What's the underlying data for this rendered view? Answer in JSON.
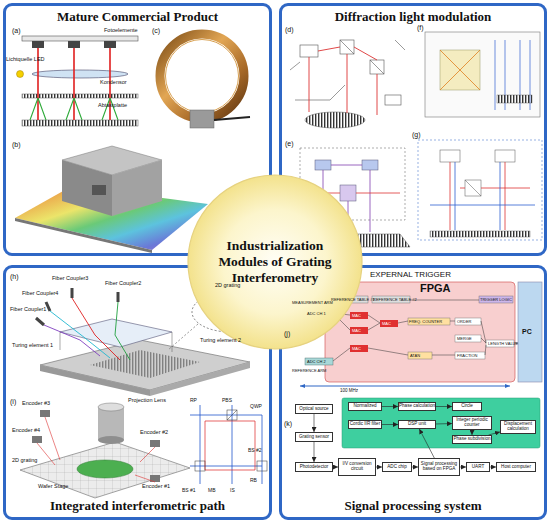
{
  "diagram": {
    "nodes": [
      {
        "text": [
          "Mature Commercial Product"
        ]
      },
      {
        "text": [
          "Diffraction light modulation"
        ]
      },
      {
        "text": [
          "Industrialization Modules of Grating Interferometry"
        ]
      },
      {
        "text": [
          "Integrated interferometric path"
        ]
      },
      {
        "text": [
          "Signal processing system"
        ]
      },
      {
        "text": [
          "Optical source"
        ],
        "in": 4
      },
      {
        "text": [
          "Normalized"
        ],
        "in": 4
      },
      {
        "text": [
          "Phase calculation"
        ],
        "in": 4
      },
      {
        "text": [
          "Circle"
        ],
        "in": 4
      },
      {
        "text": [
          "Cordic IIR filter"
        ],
        "in": 4
      },
      {
        "text": [
          "DSP unit"
        ],
        "in": 4
      },
      {
        "text": [
          "Integer periodic counter"
        ],
        "in": 4
      },
      {
        "text": [
          "Phase subdivision"
        ],
        "in": 4
      },
      {
        "text": [
          "Displacement calculation"
        ],
        "in": 4
      },
      {
        "text": [
          "Grating sensor"
        ],
        "in": 4
      },
      {
        "text": [
          "Photodetector"
        ],
        "in": 4
      },
      {
        "text": [
          "I/V conversion circuit"
        ],
        "in": 4
      },
      {
        "text": [
          "ADC chip"
        ],
        "in": 4
      },
      {
        "text": [
          "Signal processing based on FPGA"
        ],
        "in": 4
      },
      {
        "text": [
          "UART"
        ],
        "in": 4
      },
      {
        "text": [
          "Host computer"
        ],
        "in": 4
      }
    ],
    "edges": [
      {
        "from": 5,
        "to": 14,
        "arrow": "to"
      },
      {
        "from": 14,
        "to": 15,
        "arrow": "to"
      },
      {
        "from": 15,
        "to": 16,
        "arrow": "to"
      },
      {
        "from": 16,
        "to": 17,
        "arrow": "to"
      },
      {
        "from": 17,
        "to": 18,
        "arrow": "to"
      },
      {
        "from": 18,
        "to": 19,
        "arrow": "to"
      },
      {
        "from": 19,
        "to": 20,
        "arrow": "to"
      },
      {
        "from": 6,
        "to": 7,
        "arrow": "to"
      },
      {
        "from": 7,
        "to": 8,
        "arrow": "to"
      },
      {
        "from": 9,
        "to": 10,
        "arrow": "to"
      },
      {
        "from": 10,
        "to": 11,
        "arrow": "to"
      },
      {
        "from": 11,
        "to": 12,
        "arrow": "to"
      },
      {
        "from": 12,
        "to": 13,
        "arrow": "to"
      },
      {
        "from": 18,
        "to": 10,
        "arrow": "to"
      }
    ],
    "labels": [
      "(a)",
      "(b)",
      "(c)",
      "Lichtquelle LED",
      "Fotoelemente",
      "Kondensor",
      "Abtastplatte",
      "(d)",
      "(e)",
      "(f)",
      "(g)",
      "(h)",
      "Fiber Coupler3",
      "Fiber Coupler2",
      "Fiber Coupler4",
      "Fiber Coupler1",
      "Turing element 1",
      "2D grating",
      "Turing element 2",
      "(i)",
      "Encoder #3",
      "Projection Lens",
      "Encoder #4",
      "Encoder #2",
      "2D grating",
      "Wafer Stage",
      "Encoder #1",
      "RP",
      "PBS",
      "QWP",
      "BS #2",
      "RB",
      "BS #1",
      "MB",
      "IS",
      "EXPERNAL TRIGGER",
      "FPGA",
      "REFERENCE TABLE #1",
      "REFERENCE TABLE #2",
      "TRIGGER LOGIC",
      "PC",
      "MEASUREMENT ARM",
      "ADC CH 1",
      "MAC",
      "MAC",
      "MAC",
      "MAC",
      "FREQ. COUNTER",
      "ORDER",
      "MERGE",
      "FRACTION",
      "ATAN",
      "LENGTH VALUE",
      "REFERENCE ARM",
      "ADC CH 2",
      "(j)",
      "100 MHz",
      "(k)"
    ]
  }
}
